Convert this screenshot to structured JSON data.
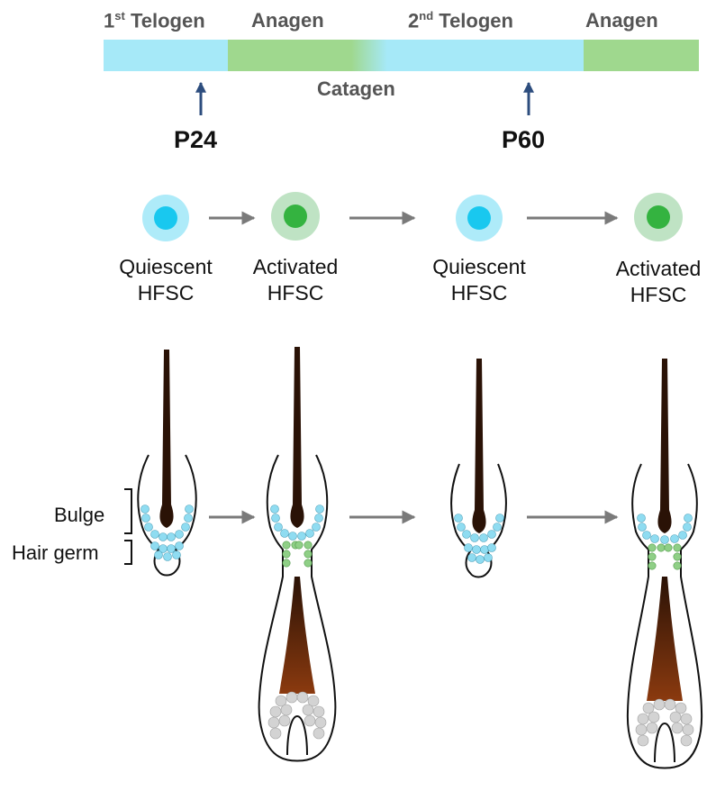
{
  "timeline": {
    "phases": [
      {
        "num": "1",
        "sup": "st",
        "word": "Telogen"
      },
      {
        "label": "Anagen"
      },
      {
        "num": "2",
        "sup": "nd",
        "word": "Telogen"
      },
      {
        "label": "Anagen"
      }
    ],
    "catagen": "Catagen",
    "markers": [
      "P24",
      "P60"
    ]
  },
  "colors": {
    "telogen": "#a6e9f8",
    "anagen": "#9fd88e",
    "arrow_blue": "#2d4d7e",
    "quiescent_core": "#19c8ef",
    "quiescent_ring": "#aeebf9",
    "activated_core": "#34b340",
    "activated_ring": "#bfe3c4",
    "hair": "#3a1c0a",
    "bulb_hair": "#8b3a0f",
    "dermal_cells": "#d3d3d3",
    "flow_arrow": "#7a7a7a"
  },
  "cells": [
    {
      "line1": "Quiescent",
      "line2": "HFSC",
      "state": "quiescent"
    },
    {
      "line1": "Activated",
      "line2": "HFSC",
      "state": "activated"
    },
    {
      "line1": "Quiescent",
      "line2": "HFSC",
      "state": "quiescent"
    },
    {
      "line1": "Activated",
      "line2": "HFSC",
      "state": "activated"
    }
  ],
  "follicle_labels": {
    "bulge": "Bulge",
    "hair_germ": "Hair germ"
  }
}
